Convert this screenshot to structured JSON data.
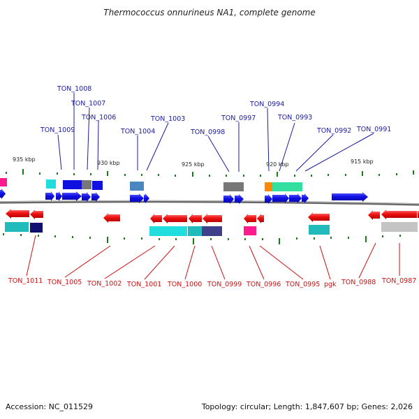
{
  "title": "Thermococcus onnurineus NA1, complete genome",
  "footer": {
    "accession": "Accession: NC_011529",
    "summary": "Topology: circular; Length: 1,847,607 bp; Genes: 2,026"
  },
  "scale_labels": [
    "935 kbp",
    "930 kbp",
    "925 kbp",
    "920 kbp",
    "915 kbp"
  ],
  "top_labels": [
    "TON_1008",
    "TON_1007",
    "TON_1006",
    "TON_1009",
    "TON_1003",
    "TON_1004",
    "TON_0994",
    "TON_0997",
    "TON_0993",
    "TON_0998",
    "TON_0992",
    "TON_0991"
  ],
  "bottom_labels": [
    "TON_1011",
    "TON_1005",
    "TON_1002",
    "TON_1001",
    "TON_1000",
    "TON_0999",
    "TON_0996",
    "TON_0995",
    "pgk",
    "TON_0988",
    "TON_0987"
  ],
  "colors": {
    "forward_gene": "#1010e0",
    "reverse_gene": "#ee1111",
    "top_label": "#1a1aa0",
    "bottom_label": "#cc1111",
    "backbone": "#888888",
    "tick": "#1a7a1a",
    "cyan": "#22dddd",
    "teal": "#22bbbb",
    "green_cyan": "#33e0a0",
    "steel_blue": "#4a86c0",
    "gray": "#777777",
    "navy": "#101070",
    "dark_slate": "#40408a",
    "light_gray": "#c4c4c4",
    "orange": "#ff8a00",
    "magenta": "#ff1a90"
  }
}
